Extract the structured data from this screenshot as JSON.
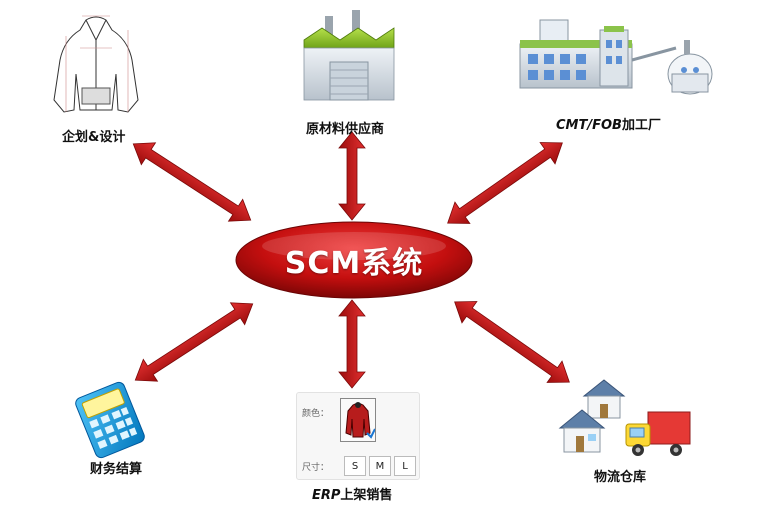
{
  "center": {
    "label": "SCM系统"
  },
  "nodes": {
    "design": {
      "label": "企划&设计"
    },
    "supplier": {
      "label": "原材料供应商"
    },
    "factory": {
      "label_latin": "CMT/FOB",
      "label_cjk": "加工厂"
    },
    "finance": {
      "label": "财务结算"
    },
    "erp": {
      "label_latin": "ERP",
      "label_cjk": "上架销售",
      "color_label": "颜色：",
      "size_label": "尺寸：",
      "sizes": [
        "S",
        "M",
        "L"
      ]
    },
    "logistics": {
      "label": "物流仓库"
    }
  },
  "colors": {
    "ellipse": "#c40f0f",
    "arrow": "#c81414",
    "arrow_dark": "#8a0a0a"
  }
}
